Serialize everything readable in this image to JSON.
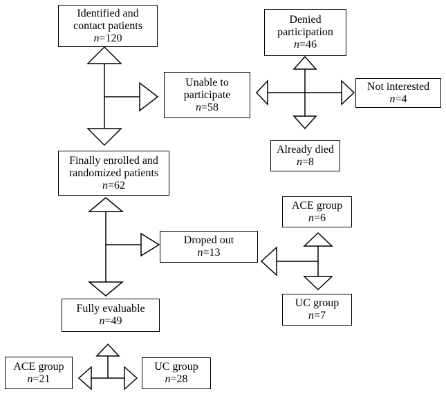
{
  "nodes": {
    "identified": {
      "lines": [
        "Identified and",
        "contact patients"
      ],
      "n_label": "n",
      "n_value": "=120"
    },
    "denied": {
      "lines": [
        "Denied",
        "participation"
      ],
      "n_label": "n",
      "n_value": "=46"
    },
    "unable": {
      "lines": [
        "Unable to",
        "participate"
      ],
      "n_label": "n",
      "n_value": "=58"
    },
    "not_interested": {
      "lines": [
        "Not interested"
      ],
      "n_label": "n",
      "n_value": "=4"
    },
    "died": {
      "lines": [
        "Already died"
      ],
      "n_label": "n",
      "n_value": "=8"
    },
    "enrolled": {
      "lines": [
        "Finally enrolled and",
        "randomized patients"
      ],
      "n_label": "n",
      "n_value": "=62"
    },
    "ace_dropped": {
      "lines": [
        "ACE group"
      ],
      "n_label": "n",
      "n_value": "=6"
    },
    "dropped": {
      "lines": [
        "Droped out"
      ],
      "n_label": "n",
      "n_value": "=13"
    },
    "uc_dropped": {
      "lines": [
        "UC group"
      ],
      "n_label": "n",
      "n_value": "=7"
    },
    "evaluable": {
      "lines": [
        "Fully evaluable"
      ],
      "n_label": "n",
      "n_value": "=49"
    },
    "ace_final": {
      "lines": [
        "ACE group"
      ],
      "n_label": "n",
      "n_value": "=21"
    },
    "uc_final": {
      "lines": [
        "UC group"
      ],
      "n_label": "n",
      "n_value": "=28"
    }
  }
}
